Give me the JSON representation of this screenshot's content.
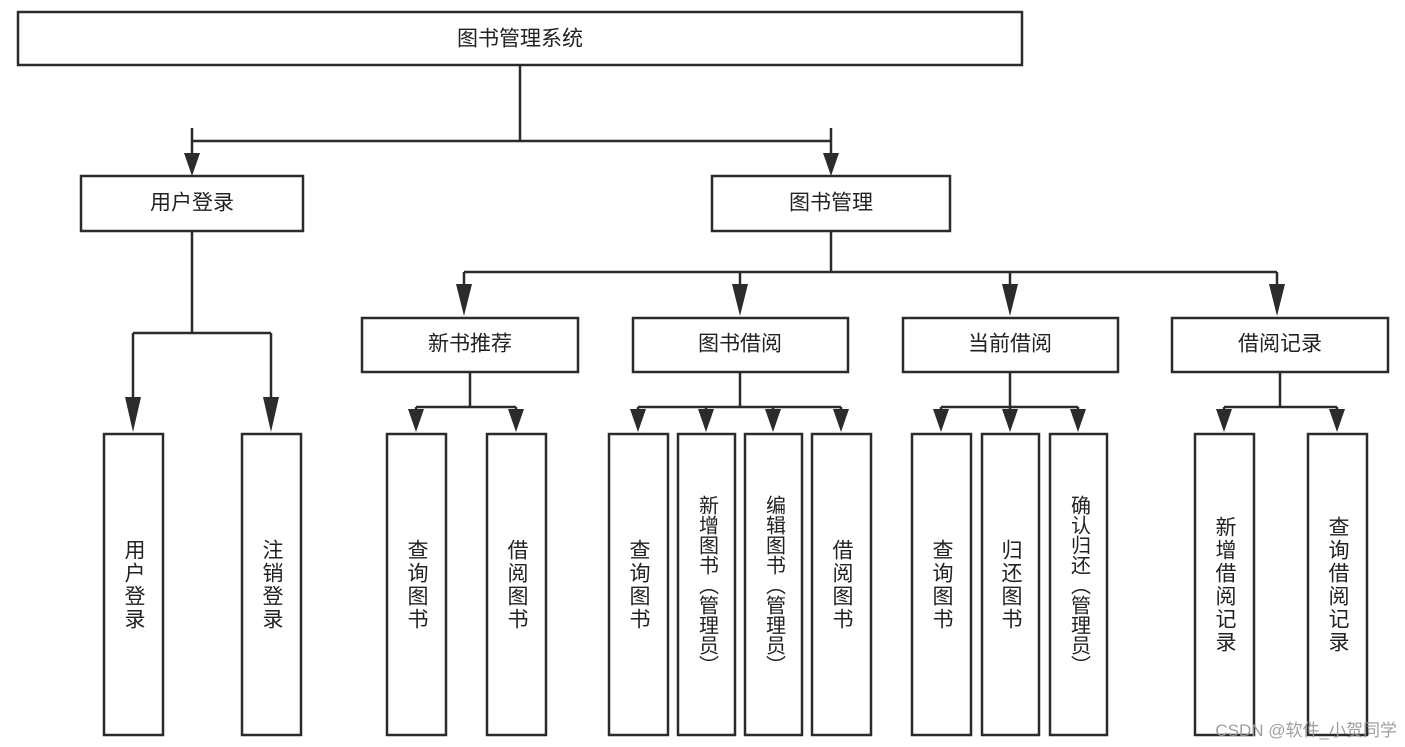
{
  "diagram": {
    "type": "tree",
    "title": "图书管理系统",
    "root": {
      "label": "图书管理系统"
    },
    "level1": [
      {
        "label": "用户登录"
      },
      {
        "label": "图书管理"
      }
    ],
    "level2": [
      {
        "label": "新书推荐"
      },
      {
        "label": "图书借阅"
      },
      {
        "label": "当前借阅"
      },
      {
        "label": "借阅记录"
      }
    ],
    "leaves": {
      "user_login": [
        {
          "label": "用户登录"
        },
        {
          "label": "注销登录"
        }
      ],
      "new_book_recommend": [
        {
          "label": "查询图书"
        },
        {
          "label": "借阅图书"
        }
      ],
      "book_borrow": [
        {
          "label": "查询图书"
        },
        {
          "label": "新增图书（管理员）"
        },
        {
          "label": "编辑图书（管理员）"
        },
        {
          "label": "借阅图书"
        }
      ],
      "current_borrow": [
        {
          "label": "查询图书"
        },
        {
          "label": "归还图书"
        },
        {
          "label": "确认归还（管理员）"
        }
      ],
      "borrow_record": [
        {
          "label": "新增借阅记录"
        },
        {
          "label": "查询借阅记录"
        }
      ]
    }
  },
  "watermark": {
    "text": "CSDN @软件_小贺同学"
  },
  "colors": {
    "stroke": "#2b2b2b",
    "fill": "#ffffff",
    "text": "#222222",
    "watermark": "#9a9a9a"
  }
}
